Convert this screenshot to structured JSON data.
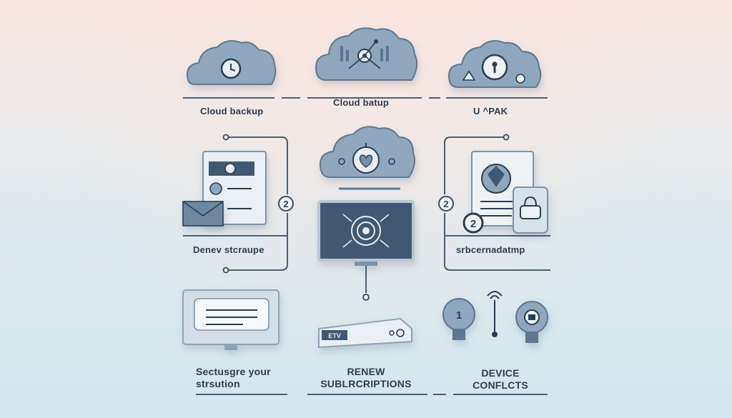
{
  "labels": {
    "top_left": "Cloud backup",
    "top_center": "Cloud batup",
    "top_right": "U ^PAK",
    "mid_left": "Denev stcraupe",
    "mid_right": "srbcernadatmp",
    "bottom_left_line1": "Sectusgre your",
    "bottom_left_line2": "strsution",
    "bottom_center_line1": "RENEW",
    "bottom_center_line2": "SUBLRCRIPTIONS",
    "bottom_right_line1": "DEVICE",
    "bottom_right_line2": "CONFLCTS"
  },
  "badges": {
    "mid_left": "2",
    "mid_right": "2",
    "document": "2",
    "bulb_left": "1"
  },
  "device_text": {
    "set_top_box": "ETV"
  },
  "colors": {
    "ink": "#2c3e52",
    "cloud_fill": "#8fa8be",
    "cloud_stroke": "#5f7890",
    "screen": "#3f5872",
    "panel": "#e6edf2",
    "line": "#3a4d62"
  }
}
